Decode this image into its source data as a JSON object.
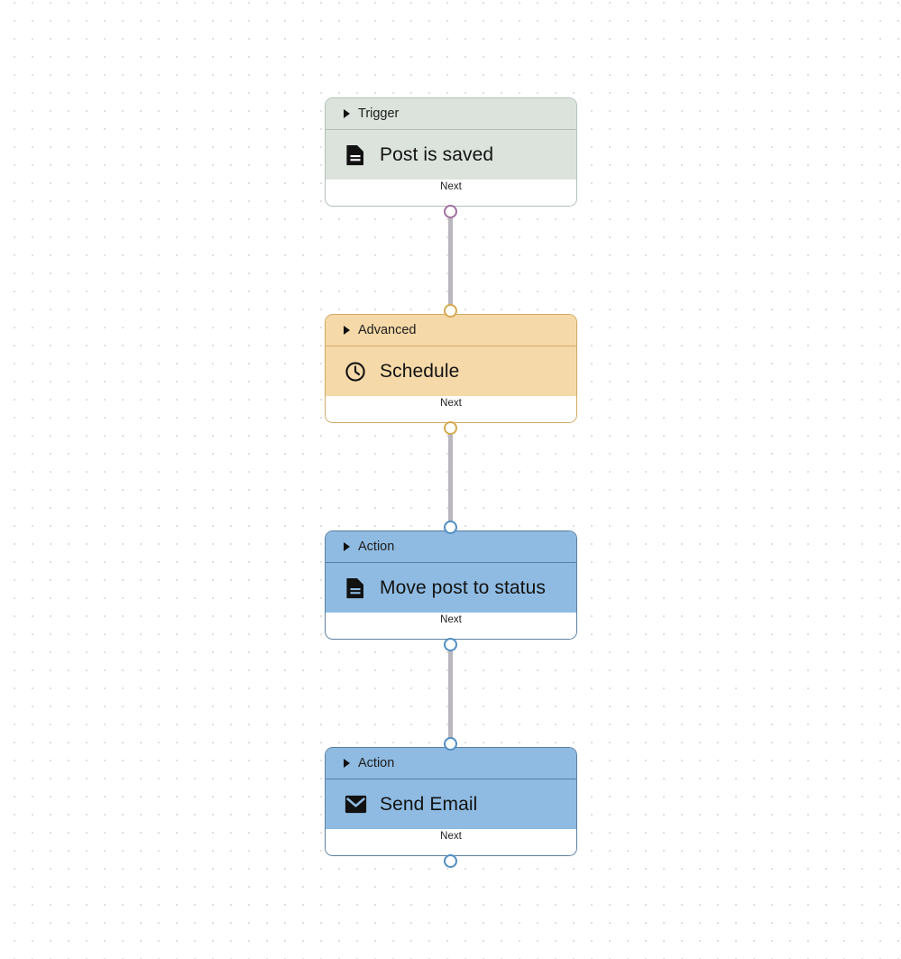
{
  "canvas": {
    "name": "workflow-canvas",
    "background_color": "#ffffff",
    "grid_dot_color": "#e3dfe1",
    "grid_spacing": "20px"
  },
  "nodes": [
    {
      "id": "trigger-post-is-saved",
      "category": "Trigger",
      "title": "Post is saved",
      "icon": "document-icon",
      "footer_label": "Next",
      "header_color": "#dbe3dc",
      "body_color": "#dbe3dc",
      "border_color": "#b2bfb7",
      "port_color": "#9f6f9f"
    },
    {
      "id": "advanced-schedule",
      "category": "Advanced",
      "title": "Schedule",
      "icon": "clock-icon",
      "footer_label": "Next",
      "header_color": "#f5d9a8",
      "body_color": "#f5d9a8",
      "border_color": "#cfa862",
      "port_color": "#d4a94f"
    },
    {
      "id": "action-move-post-to-status",
      "category": "Action",
      "title": "Move post to status",
      "icon": "document-icon",
      "footer_label": "Next",
      "header_color": "#8fbbe2",
      "body_color": "#8fbbe2",
      "border_color": "#5b7fa0",
      "port_color": "#4f8ec4"
    },
    {
      "id": "action-send-email",
      "category": "Action",
      "title": "Send Email",
      "icon": "envelope-icon",
      "footer_label": "Next",
      "header_color": "#8fbbe2",
      "body_color": "#8fbbe2",
      "border_color": "#5b7fa0",
      "port_color": "#4f8ec4"
    }
  ],
  "edges": [
    {
      "from": "trigger-post-is-saved",
      "to": "advanced-schedule",
      "color": "#b9b6bd"
    },
    {
      "from": "advanced-schedule",
      "to": "action-move-post-to-status",
      "color": "#b9b6bd"
    },
    {
      "from": "action-move-post-to-status",
      "to": "action-send-email",
      "color": "#b9b6bd"
    }
  ]
}
